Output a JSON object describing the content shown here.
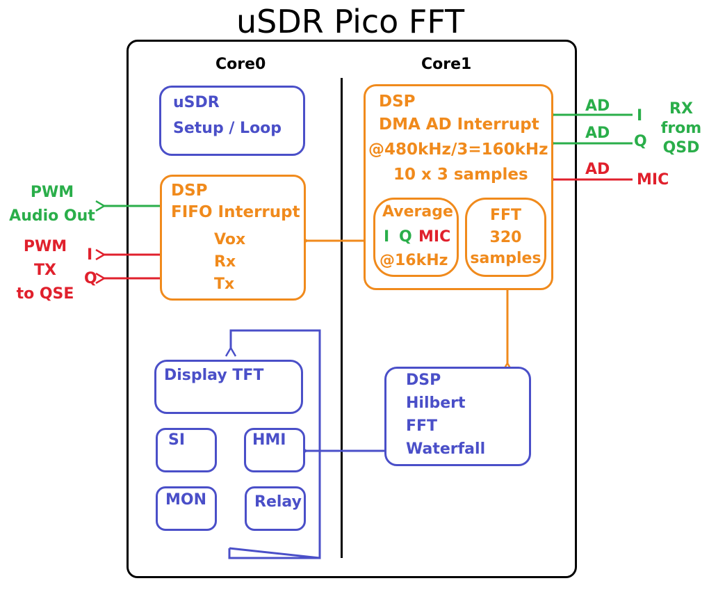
{
  "title": "uSDR Pico FFT",
  "cores": {
    "core0": "Core0",
    "core1": "Core1"
  },
  "core0": {
    "usdr_box": {
      "title": "uSDR",
      "subtitle": "Setup / Loop"
    },
    "dsp_fifo_box": {
      "title": "DSP",
      "subtitle": "FIFO Interrupt",
      "lines": [
        "Vox",
        "Rx",
        "Tx"
      ]
    },
    "display_box": {
      "title": "Display TFT"
    },
    "si_box": {
      "title": "SI"
    },
    "hmi_box": {
      "title": "HMI"
    },
    "mon_box": {
      "title": "MON"
    },
    "relay_box": {
      "title": "Relay"
    }
  },
  "core1": {
    "dsp_dma_box": {
      "title": "DSP",
      "line1": "DMA AD Interrupt",
      "line2": "@480kHz/3=160kHz",
      "line3": "10 x 3 samples"
    },
    "average_box": {
      "title": "Average",
      "i": "I",
      "q": "Q",
      "mic": "MIC",
      "rate": "@16kHz"
    },
    "fft_box": {
      "title": "FFT",
      "count": "320",
      "unit": "samples"
    },
    "dsp_hilbert_box": {
      "title": "DSP",
      "lines": [
        "Hilbert",
        "FFT",
        "Waterfall"
      ]
    }
  },
  "inputs": {
    "ad_i_label": "AD",
    "ad_q_label": "AD",
    "ad_mic_label": "AD",
    "i": "I",
    "q": "Q",
    "mic": "MIC",
    "rx_source": [
      "RX",
      "from",
      "QSD"
    ]
  },
  "outputs": {
    "pwm_audio": [
      "PWM",
      "Audio Out"
    ],
    "pwm_tx": [
      "PWM",
      "TX",
      "to QSE"
    ],
    "i": "I",
    "q": "Q"
  },
  "colors": {
    "blue": "#4a4fc8",
    "orange": "#f08a1c",
    "green": "#2aae4a",
    "red": "#e0202c",
    "black": "#000000"
  }
}
